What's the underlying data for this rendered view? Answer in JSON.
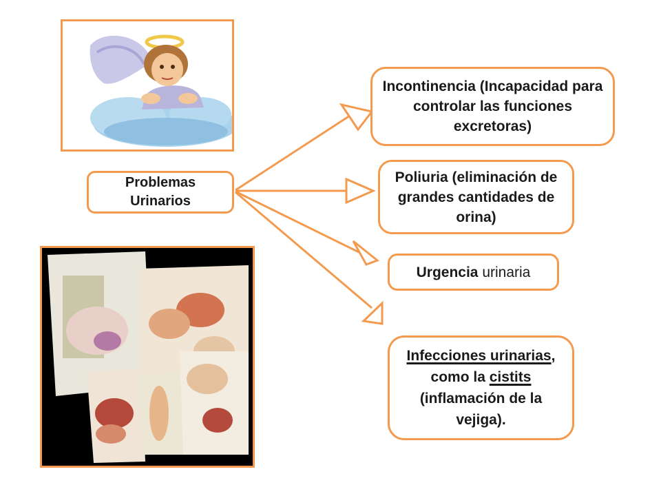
{
  "colors": {
    "border": "#f39a4e",
    "text": "#1a1a1a"
  },
  "central": {
    "line1": "Problemas",
    "line2": "Urinarios"
  },
  "nodes": {
    "incontinencia": {
      "bold": "Incontinencia (Incapacidad para controlar las funciones excretoras)"
    },
    "poliuria": {
      "bold": "Poliuria (eliminación de grandes cantidades de orina)"
    },
    "urgencia": {
      "bold": "Urgencia",
      "normal": "urinaria"
    },
    "infecciones": {
      "u1": "Infecciones urinarias",
      "t1": ", como la ",
      "u2": "cistits",
      "t2": " (inflamación de la vejiga)."
    }
  },
  "images": {
    "top": "angel-on-cloud-illustration",
    "bottom": "anatomy-atlas-pages-photo"
  }
}
